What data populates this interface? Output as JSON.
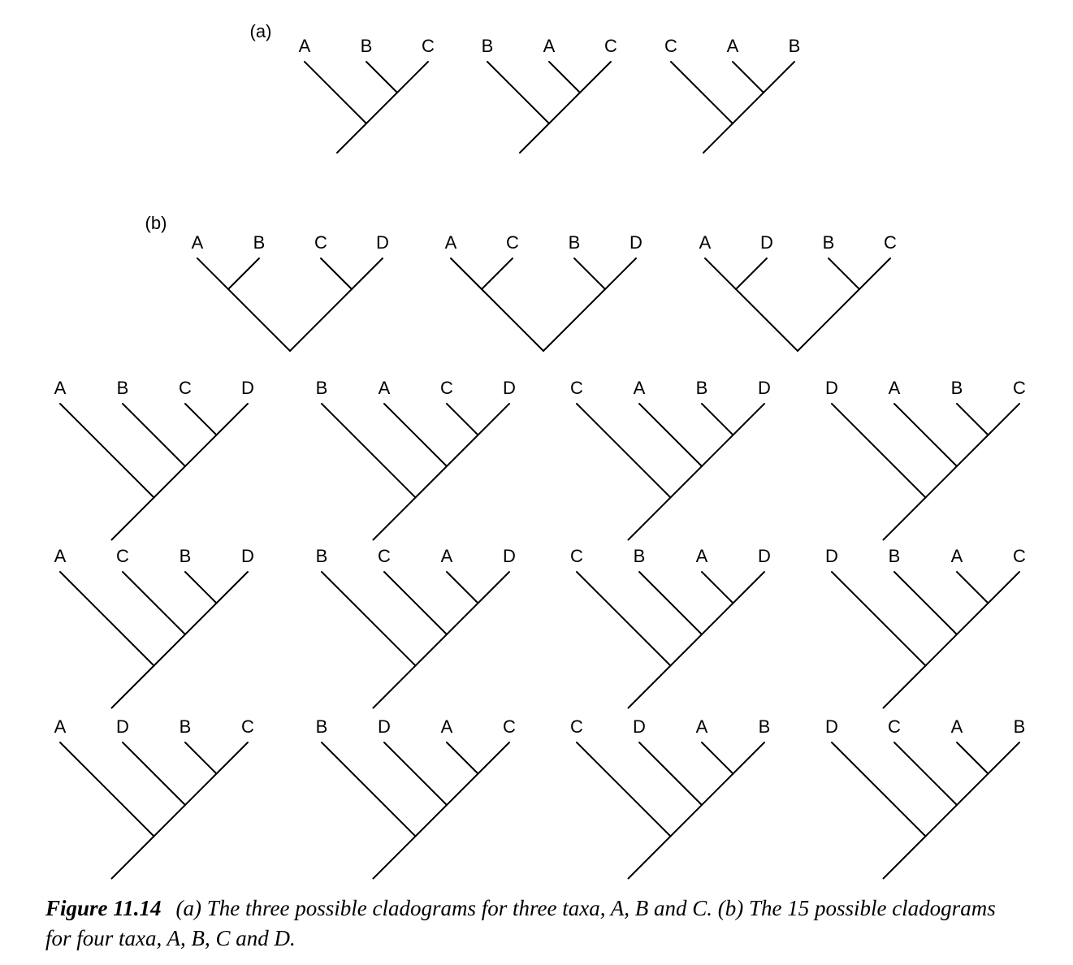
{
  "part_a": {
    "label": "(a)",
    "trees": [
      {
        "taxa": [
          "A",
          "B",
          "C"
        ]
      },
      {
        "taxa": [
          "B",
          "A",
          "C"
        ]
      },
      {
        "taxa": [
          "C",
          "A",
          "B"
        ]
      }
    ]
  },
  "part_b": {
    "label": "(b)",
    "balanced_trees": [
      {
        "taxa": [
          "A",
          "B",
          "C",
          "D"
        ]
      },
      {
        "taxa": [
          "A",
          "C",
          "B",
          "D"
        ]
      },
      {
        "taxa": [
          "A",
          "D",
          "B",
          "C"
        ]
      }
    ],
    "pectinate_rows": [
      [
        {
          "taxa": [
            "A",
            "B",
            "C",
            "D"
          ]
        },
        {
          "taxa": [
            "B",
            "A",
            "C",
            "D"
          ]
        },
        {
          "taxa": [
            "C",
            "A",
            "B",
            "D"
          ]
        },
        {
          "taxa": [
            "D",
            "A",
            "B",
            "C"
          ]
        }
      ],
      [
        {
          "taxa": [
            "A",
            "C",
            "B",
            "D"
          ]
        },
        {
          "taxa": [
            "B",
            "C",
            "A",
            "D"
          ]
        },
        {
          "taxa": [
            "C",
            "B",
            "A",
            "D"
          ]
        },
        {
          "taxa": [
            "D",
            "B",
            "A",
            "C"
          ]
        }
      ],
      [
        {
          "taxa": [
            "A",
            "D",
            "B",
            "C"
          ]
        },
        {
          "taxa": [
            "B",
            "D",
            "A",
            "C"
          ]
        },
        {
          "taxa": [
            "C",
            "D",
            "A",
            "B"
          ]
        },
        {
          "taxa": [
            "D",
            "C",
            "A",
            "B"
          ]
        }
      ]
    ]
  },
  "caption": {
    "figure_number": "Figure 11.14",
    "text": "(a) The three possible cladograms for three taxa, A, B and C. (b) The 15 possible cladograms for four taxa, A, B, C and D."
  }
}
